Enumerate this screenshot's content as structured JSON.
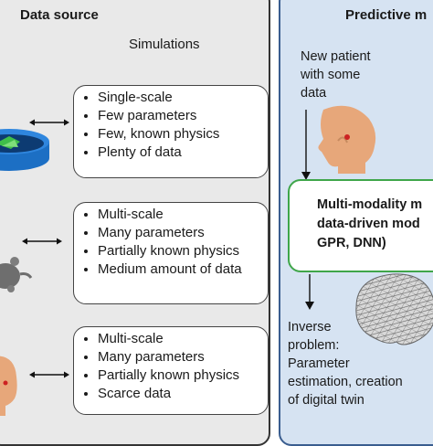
{
  "left_panel": {
    "title": "Data source",
    "subtitle": "Simulations",
    "groups": [
      {
        "items": [
          "Single-scale",
          "Few parameters",
          "Few, known physics",
          "Plenty of data"
        ]
      },
      {
        "items": [
          "Multi-scale",
          "Many parameters",
          "Partially known physics",
          "Medium amount of data"
        ]
      },
      {
        "items": [
          "Multi-scale",
          "Many parameters",
          "Partially known physics",
          "Scarce data"
        ]
      }
    ]
  },
  "right_panel": {
    "title": "Predictive m",
    "new_patient": [
      "New patient",
      "with some",
      "data"
    ],
    "model_lines": [
      "Multi-modality m",
      "data-driven mod",
      "GPR, DNN)"
    ],
    "inverse": [
      "Inverse",
      "problem:",
      "Parameter",
      "estimation, creation",
      "of digital twin"
    ]
  },
  "colors": {
    "left_bg": "#e9e9e9",
    "right_bg": "#d6e3f2",
    "model_border": "#3fa64a",
    "skin": "#e7a77a"
  },
  "icons": [
    "petri-dish-icon",
    "mouse-icon",
    "human-head-icon",
    "patient-head-icon",
    "brain-mesh-icon"
  ]
}
